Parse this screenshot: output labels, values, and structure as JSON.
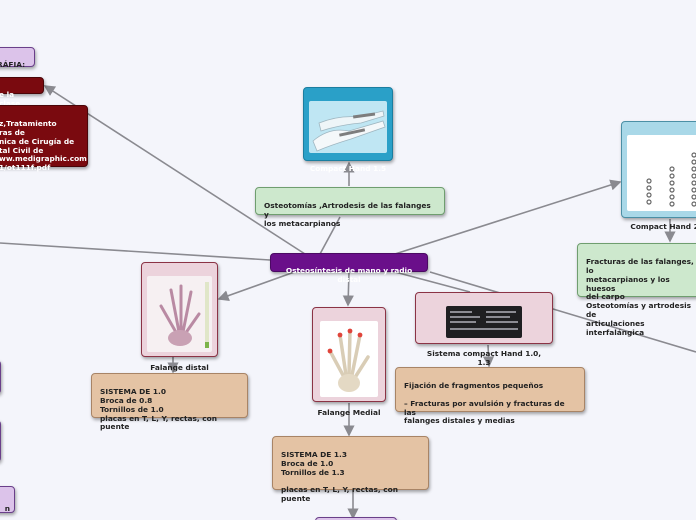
{
  "center": {
    "title": "Osteosíntesis de mano y radio distal"
  },
  "nodes": {
    "compact_hand_15": {
      "label": "Compact Hand 1.5"
    },
    "osteotomias": {
      "text": "Osteotomías ,Artrodesis de las falanges y\nlos metacarpianos"
    },
    "compact_hand_2": {
      "label": "Compact Hand 2."
    },
    "fracturas_falanges": {
      "text": "Fracturas de las falanges, lo\nmetacarpianos y los huesos\ndel carpo\nOsteotomías y artrodesis de\narticulaciones interfalángica"
    },
    "falange_distal": {
      "label": "Falange distal"
    },
    "falange_medial": {
      "label": "Falange Medial"
    },
    "sistema_compact": {
      "label": "Sistema compact Hand 1.0, 1.3"
    },
    "fijacion": {
      "text": "Fijación de fragmentos pequeños\n\n– Fracturas por avulsión y fracturas de las\nfalanges distales y medias"
    },
    "sistema_10": {
      "text": "SISTEMA DE 1.0\nBroca de 0.8\nTornillos de 1.0\nplacas en T, L, Y, rectas, con puente"
    },
    "sistema_13": {
      "text": "SISTEMA DE 1.3\nBroca de 1.0\nTornillos de 1.3\n\nplacas en T, L, Y, rectas, con puente"
    },
    "bibliografia": {
      "text": "RÁFIA:"
    },
    "de_la_clase": {
      "text": "e la clase"
    },
    "reference": {
      "text": "z,Tratamiento\nras de\nnica de Cirugía de\ntal Civil de\nww.medigraphic.com\n1/ot111f.pdf"
    },
    "bottom_left": {
      "text": "n"
    }
  },
  "colors": {
    "background": "#f4f5fb",
    "connector": "#8a8a90",
    "main_topic": "#6a0f8a",
    "green_box": "#cde8cd",
    "tan_box": "#e4c3a4",
    "maroon_box": "#7a0a0f",
    "lilac_box": "#dcc3ea",
    "pink_box": "#ecd3dc",
    "teal_box": "#2aa0c8"
  }
}
